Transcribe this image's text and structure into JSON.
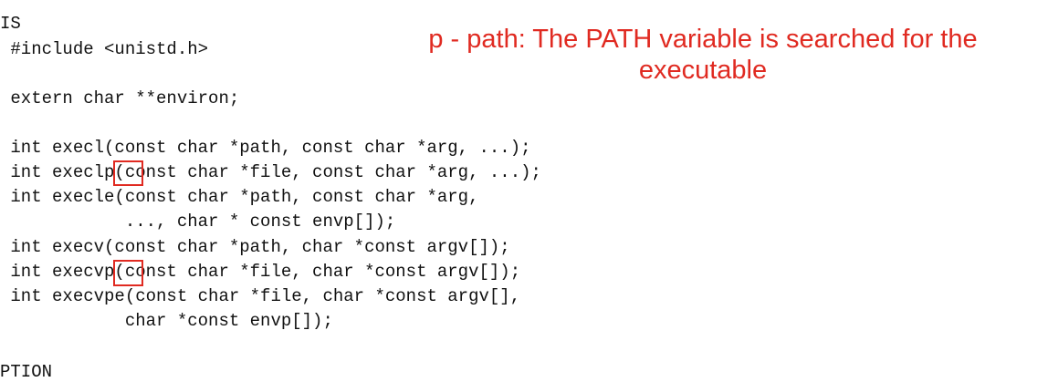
{
  "section_heading_top": "IS",
  "code_lines": [
    " #include <unistd.h>",
    "",
    " extern char **environ;",
    "",
    " int execl(const char *path, const char *arg, ...);",
    " int execlp(const char *file, const char *arg, ...);",
    " int execle(const char *path, const char *arg,",
    "            ..., char * const envp[]);",
    " int execv(const char *path, char *const argv[]);",
    " int execvp(const char *file, char *const argv[]);",
    " int execvpe(const char *file, char *const argv[],",
    "            char *const envp[]);"
  ],
  "section_heading_bottom": "PTION",
  "annotation": {
    "line1": "p - path: The PATH variable is searched for the",
    "line2": "executable"
  },
  "highlight_color": "#e02a21"
}
